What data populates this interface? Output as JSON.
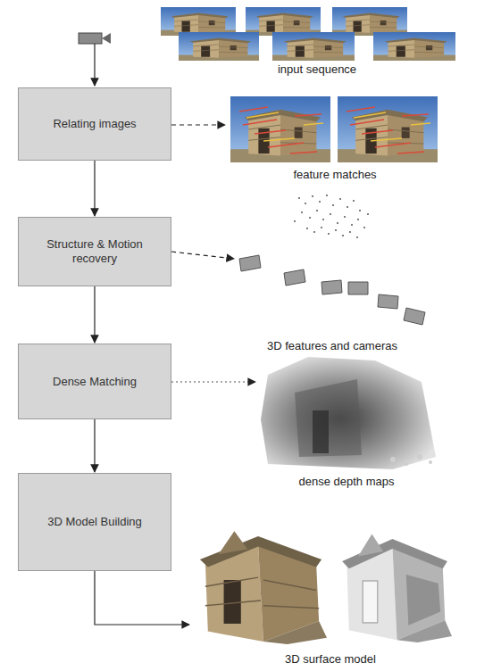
{
  "diagram": {
    "nodes": [
      {
        "text": [
          "Relating images"
        ]
      },
      {
        "text": [
          "Structure & Motion recovery"
        ]
      },
      {
        "text": [
          "Dense Matching"
        ]
      },
      {
        "text": [
          "3D Model Building"
        ]
      }
    ],
    "edges": [
      {
        "from": 0,
        "to": 1,
        "arrow": "to"
      },
      {
        "from": 1,
        "to": 2,
        "arrow": "to"
      },
      {
        "from": 2,
        "to": 3,
        "arrow": "to"
      }
    ],
    "labels": [
      "input sequence",
      "feature matches",
      "3D features and cameras",
      "dense depth maps",
      "3D surface model"
    ]
  }
}
